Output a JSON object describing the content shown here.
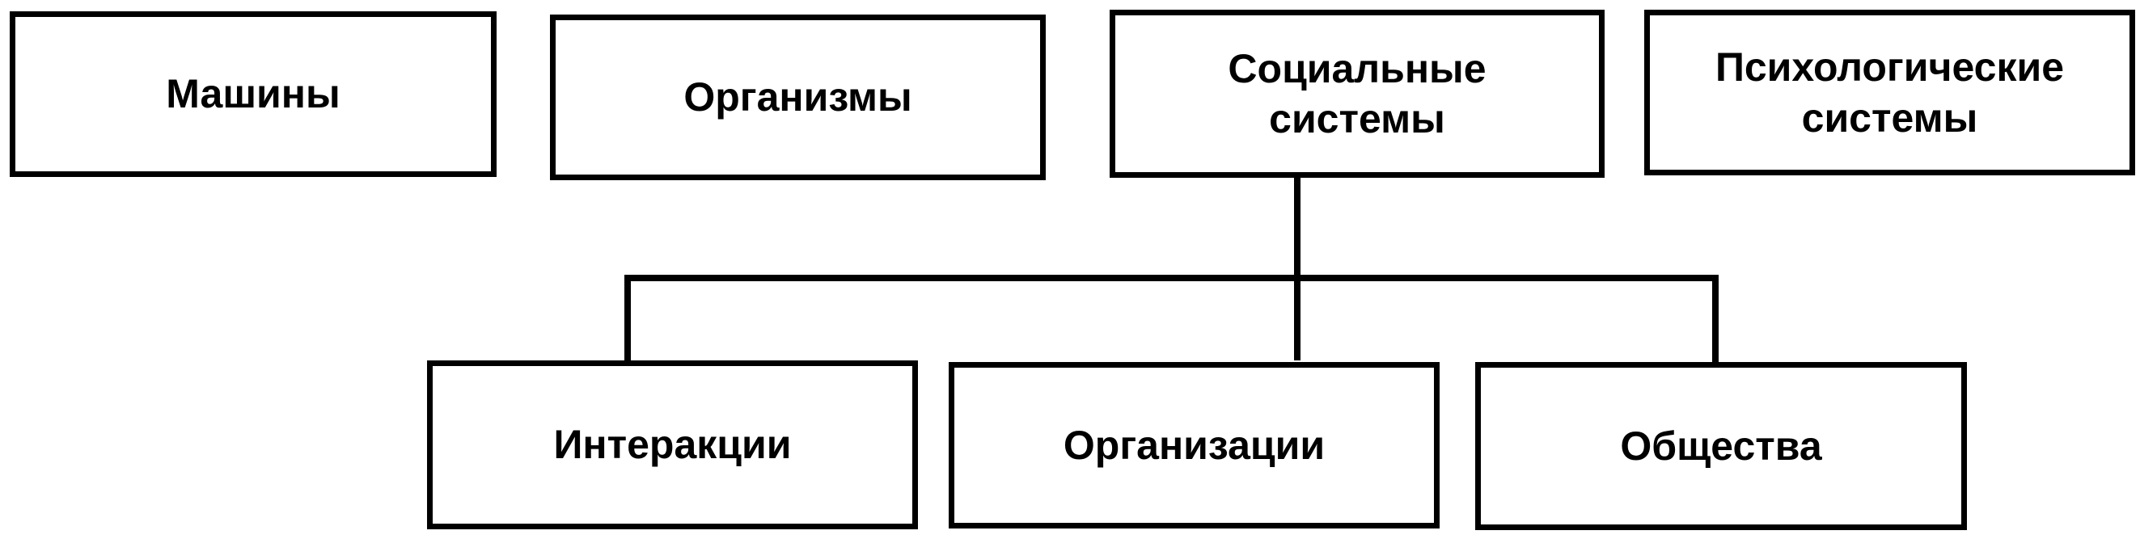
{
  "top_row": [
    {
      "label": "Машины"
    },
    {
      "label": "Организмы"
    },
    {
      "label": "Социальные\nсистемы"
    },
    {
      "label": "Психологические\nсистемы"
    }
  ],
  "bottom_row": [
    {
      "label": "Интеракции"
    },
    {
      "label": "Организации"
    },
    {
      "label": "Общества"
    }
  ]
}
